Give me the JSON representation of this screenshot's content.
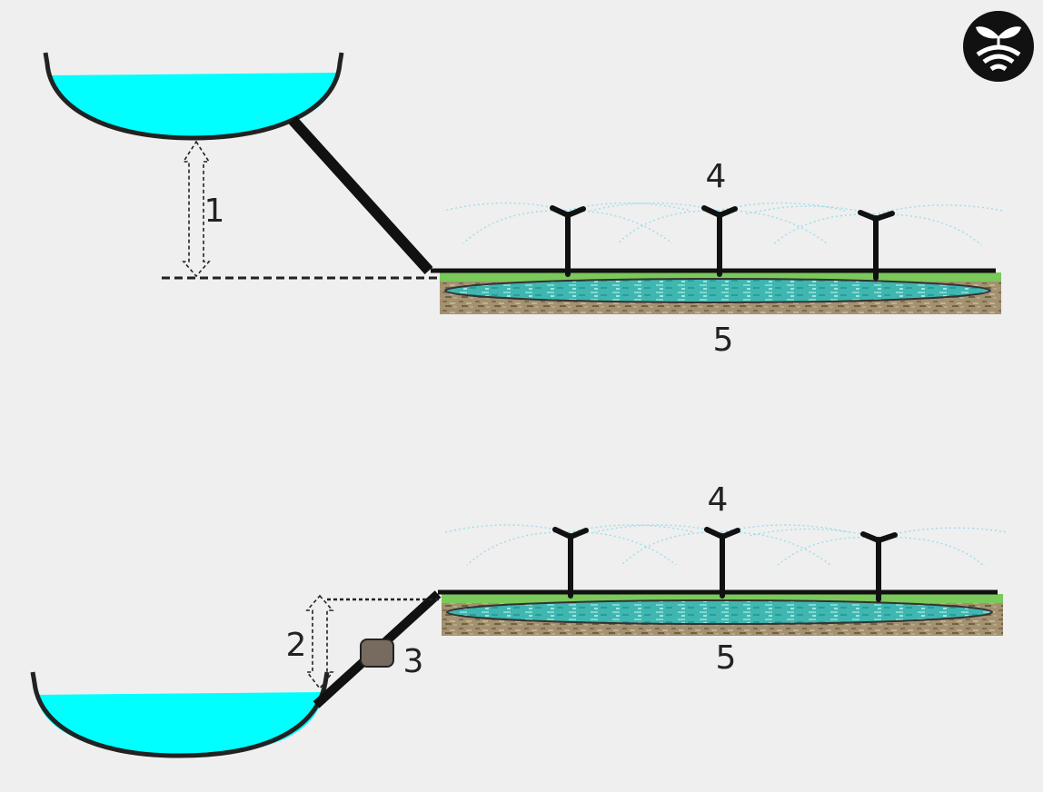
{
  "labels": {
    "top_height": "1",
    "top_sprinklers": "4",
    "top_field": "5",
    "bottom_height": "2",
    "bottom_pump": "3",
    "bottom_sprinklers": "4",
    "bottom_field": "5"
  },
  "colors": {
    "background": "#efefef",
    "water": "#00ffff",
    "pipe": "#111111",
    "grass": "#7ac95a",
    "soil": "#9a8a6a",
    "groundwater": "#3fb6b0",
    "pump": "#776b60",
    "logo_bg": "#111111"
  },
  "icons": {
    "logo": "plant-signal-logo-icon",
    "pump": "pump-icon",
    "sprinkler": "sprinkler-icon"
  }
}
